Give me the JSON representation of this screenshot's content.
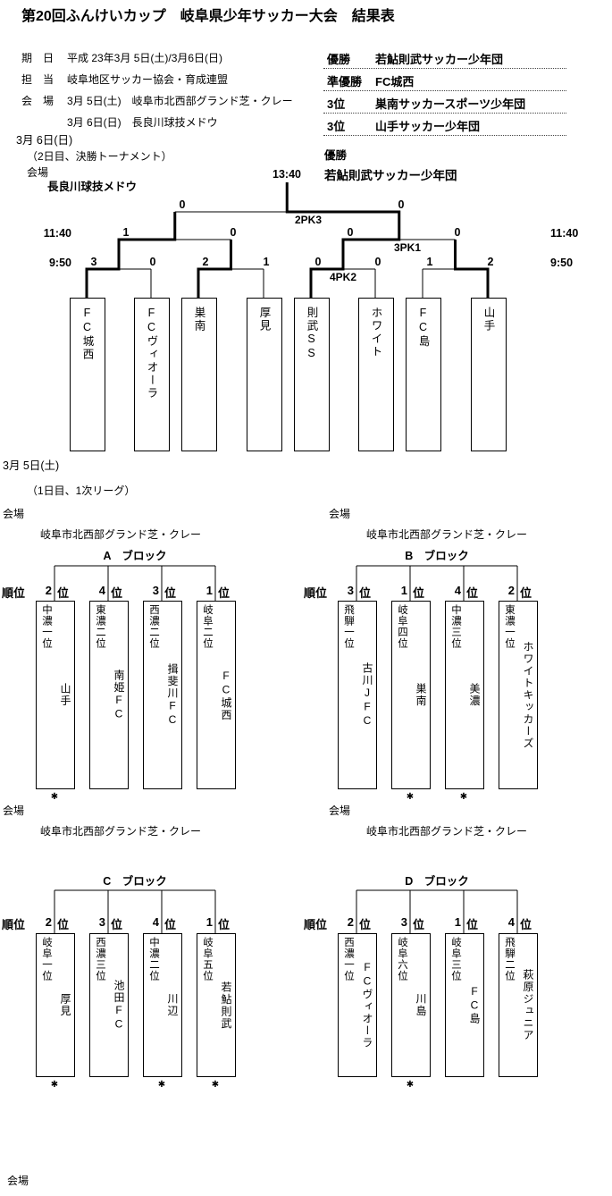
{
  "page": {
    "title": "第20回ふんけいカップ　岐阜県少年サッカー大会　結果表"
  },
  "info": {
    "rows": [
      {
        "label": "期　日",
        "value": "平成 23年3月 5日(土)/3月6日(日)"
      },
      {
        "label": "担　当",
        "value": "岐阜地区サッカー協会・育成連盟"
      },
      {
        "label": "会　場",
        "value": "3月 5日(土)　岐阜市北西部グランド芝・クレー"
      },
      {
        "label": "",
        "value": "3月 6日(日)　長良川球技メドウ"
      }
    ]
  },
  "results": [
    {
      "label": "優勝",
      "value": "若鮎則武サッカー少年団"
    },
    {
      "label": "準優勝",
      "value": "FC城西"
    },
    {
      "label": "3位",
      "value": "巣南サッカースポーツ少年団"
    },
    {
      "label": "3位",
      "value": "山手サッカー少年団"
    }
  ],
  "day2": {
    "date": "3月 6日(日)",
    "subtitle": "（2日目、決勝トーナメント）",
    "venue_label": "会場",
    "venue": "長良川球技メドウ",
    "final_time": "13:40",
    "champion_label": "優勝",
    "champion": "若鮎則武サッカー少年団",
    "times": {
      "semi": "11:40",
      "quarter": "9:50"
    },
    "teams": [
      "FC城西",
      "FCヴィオーラ",
      "巣南",
      "厚見",
      "則武SS",
      "ホワイト",
      "FC島",
      "山手"
    ],
    "quarterfinals": [
      {
        "score_left": "3",
        "score_right": "0",
        "pk": ""
      },
      {
        "score_left": "2",
        "score_right": "1",
        "pk": ""
      },
      {
        "score_left": "0",
        "score_right": "0",
        "pk": "4PK2"
      },
      {
        "score_left": "1",
        "score_right": "2",
        "pk": ""
      }
    ],
    "semifinals": [
      {
        "score_left": "1",
        "score_right": "0",
        "pk": ""
      },
      {
        "score_left": "0",
        "score_right": "0",
        "pk": "3PK1"
      }
    ],
    "final": {
      "score_left": "0",
      "score_right": "0",
      "pk": "2PK3"
    }
  },
  "day1": {
    "date": "3月 5日(土)",
    "subtitle": "（1日目、1次リーグ）",
    "venue_label": "会場",
    "venue": "岐阜市北西部グランド芝・クレー",
    "rank_header": "順位",
    "rank_suffix": "位",
    "star_glyph": "✱",
    "bottom_venue_label": "会場",
    "blocks": [
      {
        "name": "A　ブロック",
        "columns": [
          {
            "rank": "2",
            "seed": "中濃一位",
            "team": "山手",
            "star": true
          },
          {
            "rank": "4",
            "seed": "東濃二位",
            "team": "南姫FC",
            "star": false
          },
          {
            "rank": "3",
            "seed": "西濃二位",
            "team": "揖斐川FC",
            "star": false
          },
          {
            "rank": "1",
            "seed": "岐阜二位",
            "team": "FC城西",
            "star": false
          }
        ]
      },
      {
        "name": "B　ブロック",
        "columns": [
          {
            "rank": "3",
            "seed": "飛騨一位",
            "team": "古川JFC",
            "star": false
          },
          {
            "rank": "1",
            "seed": "岐阜四位",
            "team": "巣南",
            "star": true
          },
          {
            "rank": "4",
            "seed": "中濃三位",
            "team": "美濃",
            "star": true
          },
          {
            "rank": "2",
            "seed": "東濃一位",
            "team": "ホワイトキッカーズ",
            "star": false
          }
        ]
      },
      {
        "name": "C　ブロック",
        "columns": [
          {
            "rank": "2",
            "seed": "岐阜一位",
            "team": "厚見",
            "star": true
          },
          {
            "rank": "3",
            "seed": "西濃三位",
            "team": "池田FC",
            "star": false
          },
          {
            "rank": "4",
            "seed": "中濃二位",
            "team": "川辺",
            "star": true
          },
          {
            "rank": "1",
            "seed": "岐阜五位",
            "team": "若鮎則武",
            "star": true
          }
        ]
      },
      {
        "name": "D　ブロック",
        "columns": [
          {
            "rank": "2",
            "seed": "西濃一位",
            "team": "FCヴィオーラ",
            "star": false
          },
          {
            "rank": "3",
            "seed": "岐阜六位",
            "team": "川島",
            "star": true
          },
          {
            "rank": "1",
            "seed": "岐阜三位",
            "team": "FC島",
            "star": false
          },
          {
            "rank": "4",
            "seed": "飛騨二位",
            "team": "萩原ジュニア",
            "star": false
          }
        ]
      }
    ]
  }
}
